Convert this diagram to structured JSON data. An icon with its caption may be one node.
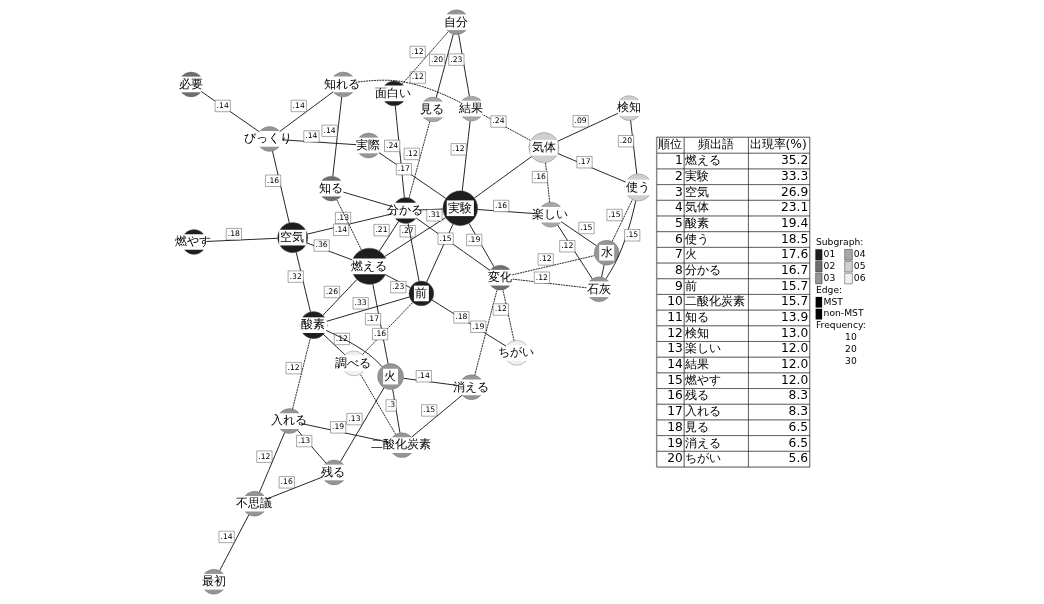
{
  "diagram": {
    "nodes": [
      {
        "text": [
          "最初"
        ]
      },
      {
        "text": [
          "不思議"
        ]
      },
      {
        "text": [
          "残る"
        ]
      },
      {
        "text": [
          "燃やす"
        ]
      },
      {
        "text": [
          "入れる"
        ]
      },
      {
        "text": [
          "必要"
        ]
      },
      {
        "text": [
          "びっくり"
        ]
      },
      {
        "text": [
          "酸素"
        ]
      },
      {
        "text": [
          "空気"
        ]
      },
      {
        "text": [
          "二酸化炭素"
        ]
      },
      {
        "text": [
          "火"
        ]
      },
      {
        "text": [
          "燃える"
        ]
      },
      {
        "text": [
          "知る"
        ]
      },
      {
        "text": [
          "知れる"
        ]
      },
      {
        "text": [
          "前"
        ]
      },
      {
        "text": [
          "分かる"
        ]
      },
      {
        "text": [
          "消える"
        ]
      },
      {
        "text": [
          "調べる"
        ]
      },
      {
        "text": [
          "面白い"
        ]
      },
      {
        "text": [
          "実際"
        ]
      },
      {
        "text": [
          "変化"
        ]
      },
      {
        "text": [
          "ちがい"
        ]
      },
      {
        "text": [
          "実験"
        ]
      },
      {
        "text": [
          "見る"
        ]
      },
      {
        "text": [
          "自分"
        ]
      },
      {
        "text": [
          "気体"
        ]
      },
      {
        "text": [
          "結果"
        ]
      },
      {
        "text": [
          "楽しい"
        ]
      },
      {
        "text": [
          "石灰"
        ]
      },
      {
        "text": [
          "検知"
        ]
      },
      {
        "text": [
          "水"
        ]
      },
      {
        "text": [
          "使う"
        ]
      }
    ],
    "edges": [
      {
        "from": 0,
        "to": 1,
        "arrow": "none",
        "label": ".14"
      },
      {
        "from": 1,
        "to": 2,
        "arrow": "none",
        "label": ".16"
      },
      {
        "from": 1,
        "to": 4,
        "arrow": "none",
        "label": ".12"
      },
      {
        "from": 2,
        "to": 4,
        "arrow": "none",
        "label": ".13"
      },
      {
        "from": 2,
        "to": 10,
        "arrow": "none",
        "label": ".13"
      },
      {
        "from": 4,
        "to": 9,
        "arrow": "none",
        "label": ".19"
      },
      {
        "from": 4,
        "to": 7,
        "arrow": "none",
        "label": ".12",
        "style": "dashed"
      },
      {
        "from": 3,
        "to": 8,
        "arrow": "none",
        "label": ".18"
      },
      {
        "from": 5,
        "to": 6,
        "arrow": "none",
        "label": ".14"
      },
      {
        "from": 6,
        "to": 8,
        "arrow": "none",
        "label": ".16"
      },
      {
        "from": 6,
        "to": 13,
        "arrow": "none",
        "label": ".14"
      },
      {
        "from": 6,
        "to": 19,
        "arrow": "none",
        "label": ".14"
      },
      {
        "from": 12,
        "to": 13,
        "arrow": "none",
        "label": ".14"
      },
      {
        "from": 12,
        "to": 15,
        "arrow": "none"
      },
      {
        "from": 9,
        "to": 10,
        "arrow": "none",
        "label": ".3"
      },
      {
        "from": 10,
        "to": 7,
        "arrow": "none"
      },
      {
        "from": 10,
        "to": 16,
        "arrow": "none",
        "label": ".14"
      },
      {
        "from": 10,
        "to": 11,
        "arrow": "none",
        "label": ".17"
      },
      {
        "from": 9,
        "to": 16,
        "arrow": "none",
        "label": ".15"
      },
      {
        "from": 7,
        "to": 8,
        "arrow": "none",
        "label": ".32"
      },
      {
        "from": 7,
        "to": 11,
        "arrow": "none",
        "label": ".26"
      },
      {
        "from": 7,
        "to": 14,
        "arrow": "none",
        "label": ".33"
      },
      {
        "from": 7,
        "to": 17,
        "arrow": "none",
        "label": ".12"
      },
      {
        "from": 8,
        "to": 11,
        "arrow": "none",
        "label": ".36"
      },
      {
        "from": 8,
        "to": 15,
        "arrow": "none",
        "label": ".13"
      },
      {
        "from": 11,
        "to": 15,
        "arrow": "none",
        "label": ".21"
      },
      {
        "from": 11,
        "to": 14,
        "arrow": "none",
        "label": ".23"
      },
      {
        "from": 11,
        "to": 22,
        "arrow": "none",
        "label": ".27"
      },
      {
        "from": 11,
        "to": 12,
        "arrow": "none",
        "label": ".14",
        "style": "dashed"
      },
      {
        "from": 14,
        "to": 15,
        "arrow": "none"
      },
      {
        "from": 14,
        "to": 21,
        "arrow": "none",
        "label": ".18"
      },
      {
        "from": 14,
        "to": 22,
        "arrow": "none"
      },
      {
        "from": 15,
        "to": 18,
        "arrow": "none",
        "label": ".24"
      },
      {
        "from": 15,
        "to": 22,
        "arrow": "none",
        "label": ".31"
      },
      {
        "from": 15,
        "to": 20,
        "arrow": "none",
        "label": ".15"
      },
      {
        "from": 15,
        "to": 23,
        "arrow": "none",
        "label": ".12",
        "style": "dashed"
      },
      {
        "from": 22,
        "to": 20,
        "arrow": "none",
        "label": ".19"
      },
      {
        "from": 22,
        "to": 19,
        "arrow": "none",
        "label": ".17"
      },
      {
        "from": 22,
        "to": 26,
        "arrow": "none",
        "label": ".12"
      },
      {
        "from": 22,
        "to": 27,
        "arrow": "none",
        "label": ".16"
      },
      {
        "from": 22,
        "to": 25,
        "arrow": "none"
      },
      {
        "from": 23,
        "to": 24,
        "arrow": "none",
        "label": ".20"
      },
      {
        "from": 26,
        "to": 24,
        "arrow": "none",
        "label": ".23"
      },
      {
        "from": 18,
        "to": 24,
        "arrow": "none",
        "label": ".12",
        "style": "dashed"
      },
      {
        "from": 13,
        "to": 26,
        "arrow": "none",
        "label": ".12",
        "style": "dashed"
      },
      {
        "from": 25,
        "to": 29,
        "arrow": "none",
        "label": ".09"
      },
      {
        "from": 25,
        "to": 31,
        "arrow": "none",
        "label": ".17"
      },
      {
        "from": 31,
        "to": 29,
        "arrow": "none",
        "label": ".20"
      },
      {
        "from": 25,
        "to": 26,
        "arrow": "none",
        "label": ".24",
        "style": "dashed"
      },
      {
        "from": 27,
        "to": 25,
        "arrow": "none",
        "label": ".16",
        "style": "dashed"
      },
      {
        "from": 28,
        "to": 27,
        "arrow": "none",
        "label": ".12"
      },
      {
        "from": 28,
        "to": 31,
        "arrow": "none",
        "label": ".15"
      },
      {
        "from": 28,
        "to": 30,
        "arrow": "none"
      },
      {
        "from": 30,
        "to": 27,
        "arrow": "none",
        "label": ".15"
      },
      {
        "from": 30,
        "to": 31,
        "arrow": "none",
        "label": ".15",
        "style": "dashed"
      },
      {
        "from": 17,
        "to": 14,
        "arrow": "none",
        "label": ".16",
        "style": "dashed"
      },
      {
        "from": 9,
        "to": 17,
        "arrow": "none",
        "style": "dashed"
      },
      {
        "from": 16,
        "to": 20,
        "arrow": "none",
        "label": ".19",
        "style": "dashed"
      },
      {
        "from": 21,
        "to": 20,
        "arrow": "none",
        "label": ".12",
        "style": "dashed"
      },
      {
        "from": 20,
        "to": 28,
        "arrow": "none",
        "label": ".12",
        "style": "dashed"
      },
      {
        "from": 20,
        "to": 30,
        "arrow": "none",
        "label": ".12",
        "style": "dashed"
      }
    ],
    "labels": [
      "順位",
      "頻出語",
      "出現率(%)",
      "1",
      "燃える",
      "35.2",
      "2",
      "実験",
      "33.3",
      "3",
      "空気",
      "26.9",
      "4",
      "気体",
      "23.1",
      "5",
      "酸素",
      "19.4",
      "6",
      "使う",
      "18.5",
      "7",
      "火",
      "17.6",
      "8",
      "分かる",
      "16.7",
      "9",
      "前",
      "15.7",
      "10",
      "二酸化炭素",
      "15.7",
      "11",
      "知る",
      "13.9",
      "12",
      "検知",
      "13.0",
      "13",
      "楽しい",
      "12.0",
      "14",
      "結果",
      "12.0",
      "15",
      "燃やす",
      "12.0",
      "16",
      "残る",
      "8.3",
      "17",
      "入れる",
      "8.3",
      "18",
      "見る",
      "6.5",
      "19",
      "消える",
      "6.5",
      "20",
      "ちがい",
      "5.6",
      "Subgraph:",
      "Edge:",
      "Frequency:"
    ],
    "legend": [
      {
        "text": "01",
        "color": "#1e1e1e"
      },
      {
        "text": "04",
        "color": "#a8a8a8"
      },
      {
        "text": "02",
        "color": "#6e6e6e"
      },
      {
        "text": "05",
        "color": "#cfcfcf"
      },
      {
        "text": "03",
        "color": "#959595"
      },
      {
        "text": "06",
        "color": "#f0f0f0"
      },
      {
        "text": "MST"
      },
      {
        "text": "non-MST"
      },
      {
        "text": "10"
      },
      {
        "text": "20"
      },
      {
        "text": "30"
      }
    ]
  }
}
